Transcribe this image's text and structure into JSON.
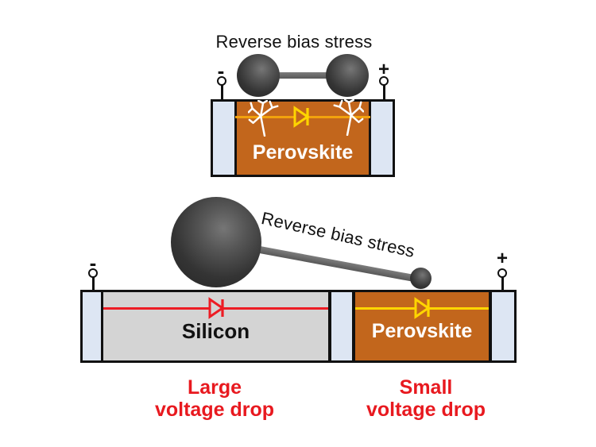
{
  "figure": {
    "top_panel": {
      "title": "Reverse bias stress",
      "negative_label": "-",
      "positive_label": "+",
      "layers": {
        "perovskite": "Perovskite"
      }
    },
    "bottom_panel": {
      "stress_label": "Reverse bias stress",
      "negative_label": "-",
      "positive_label": "+",
      "layers": {
        "silicon": "Silicon",
        "perovskite": "Perovskite"
      },
      "captions": {
        "silicon_line1": "Large",
        "silicon_line2": "voltage drop",
        "perovskite_line1": "Small",
        "perovskite_line2": "voltage drop"
      }
    },
    "icons": {
      "diode": "diode-icon",
      "shunt_crack": "crack-icon",
      "pressure_ball": "stress-ball",
      "terminal": "terminal-circle"
    },
    "colors": {
      "perovskite_orange": "#c2661c",
      "silicon_gray": "#d4d4d4",
      "electrode_blue": "#dde6f3",
      "caption_red": "#e8191f",
      "diode_red": "#ed1c24",
      "diode_yellow": "#ffd500",
      "top_line_orange": "#f2a20d",
      "ball_gray": "#3a3a3a"
    }
  }
}
